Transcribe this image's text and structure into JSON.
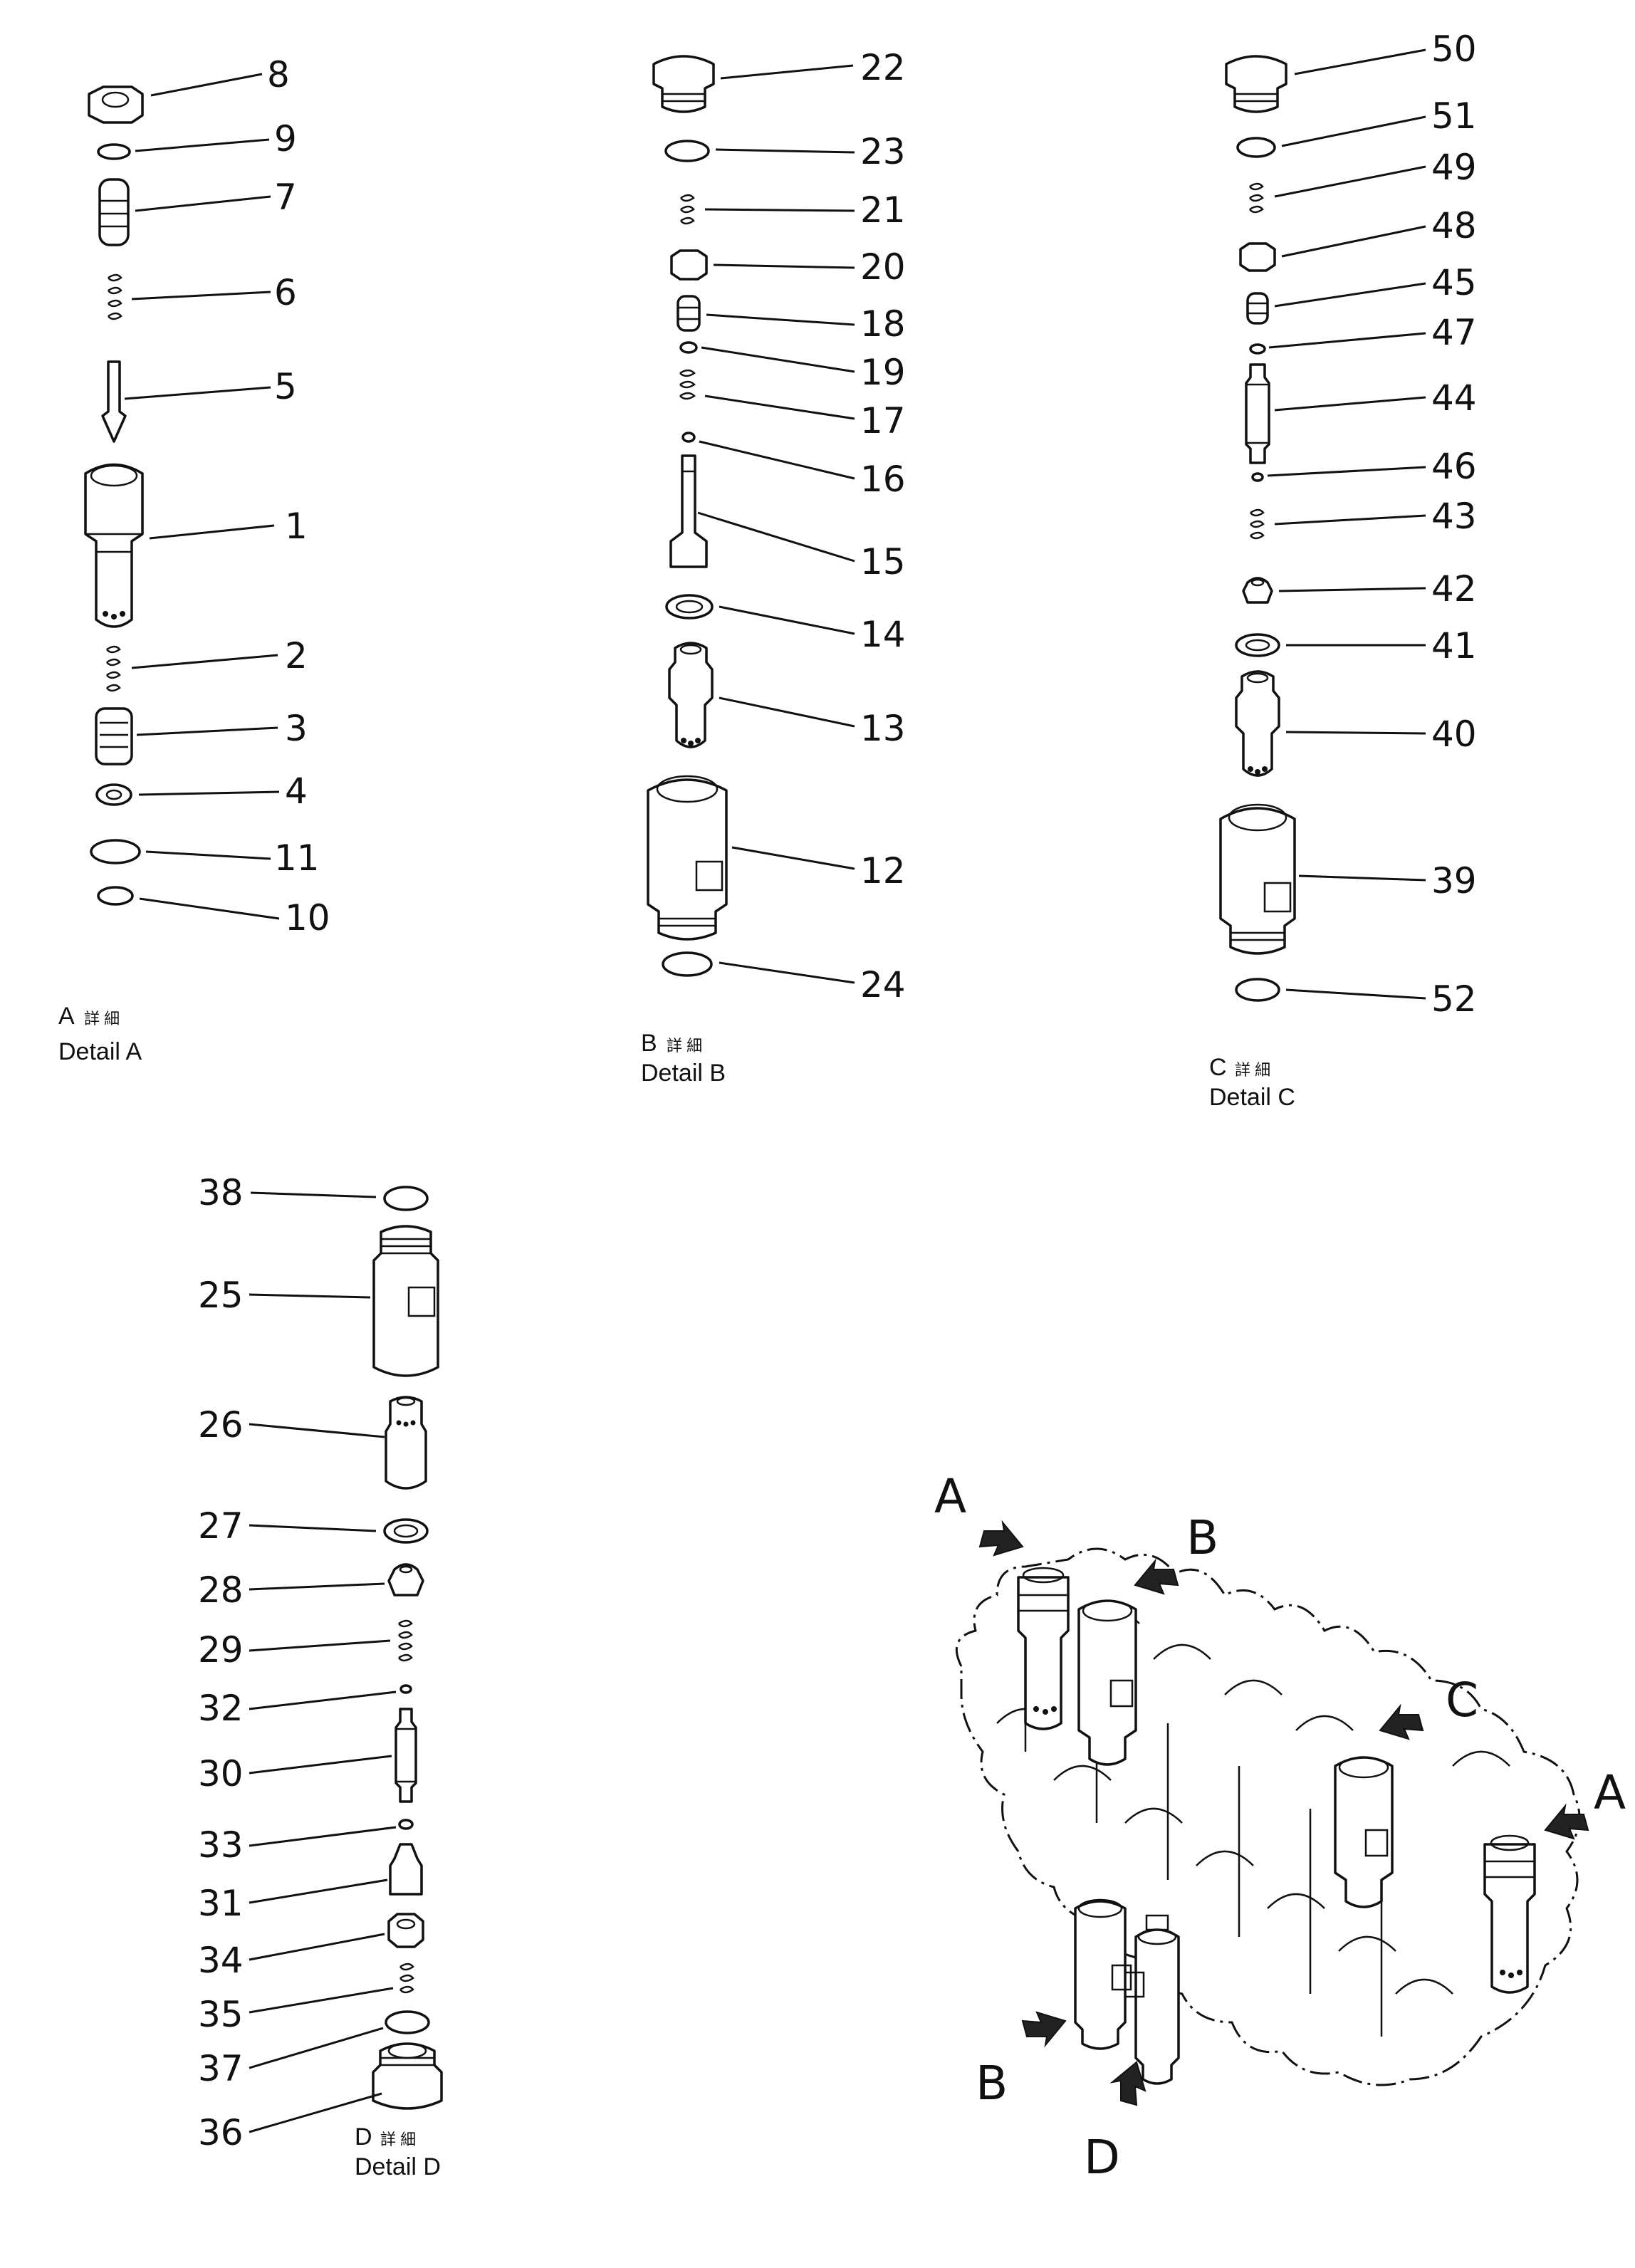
{
  "details": [
    {
      "id": "A",
      "caption_letter": "A",
      "caption_cjk": "詳 細",
      "caption_en": "Detail A",
      "parts": [
        "8",
        "9",
        "7",
        "6",
        "5",
        "1",
        "2",
        "3",
        "4",
        "11",
        "10"
      ]
    },
    {
      "id": "B",
      "caption_letter": "B",
      "caption_cjk": "詳 細",
      "caption_en": "Detail B",
      "parts": [
        "22",
        "23",
        "21",
        "20",
        "18",
        "19",
        "17",
        "16",
        "15",
        "14",
        "13",
        "12",
        "24"
      ]
    },
    {
      "id": "C",
      "caption_letter": "C",
      "caption_cjk": "詳 細",
      "caption_en": "Detail C",
      "parts": [
        "50",
        "51",
        "49",
        "48",
        "45",
        "47",
        "44",
        "46",
        "43",
        "42",
        "41",
        "40",
        "39",
        "52"
      ]
    },
    {
      "id": "D",
      "caption_letter": "D",
      "caption_cjk": "詳 細",
      "caption_en": "Detail D",
      "parts": [
        "38",
        "25",
        "26",
        "27",
        "28",
        "29",
        "32",
        "30",
        "33",
        "31",
        "34",
        "35",
        "37",
        "36"
      ]
    }
  ],
  "assembly_view": {
    "callouts": [
      "A",
      "B",
      "C",
      "A",
      "B",
      "D"
    ]
  }
}
